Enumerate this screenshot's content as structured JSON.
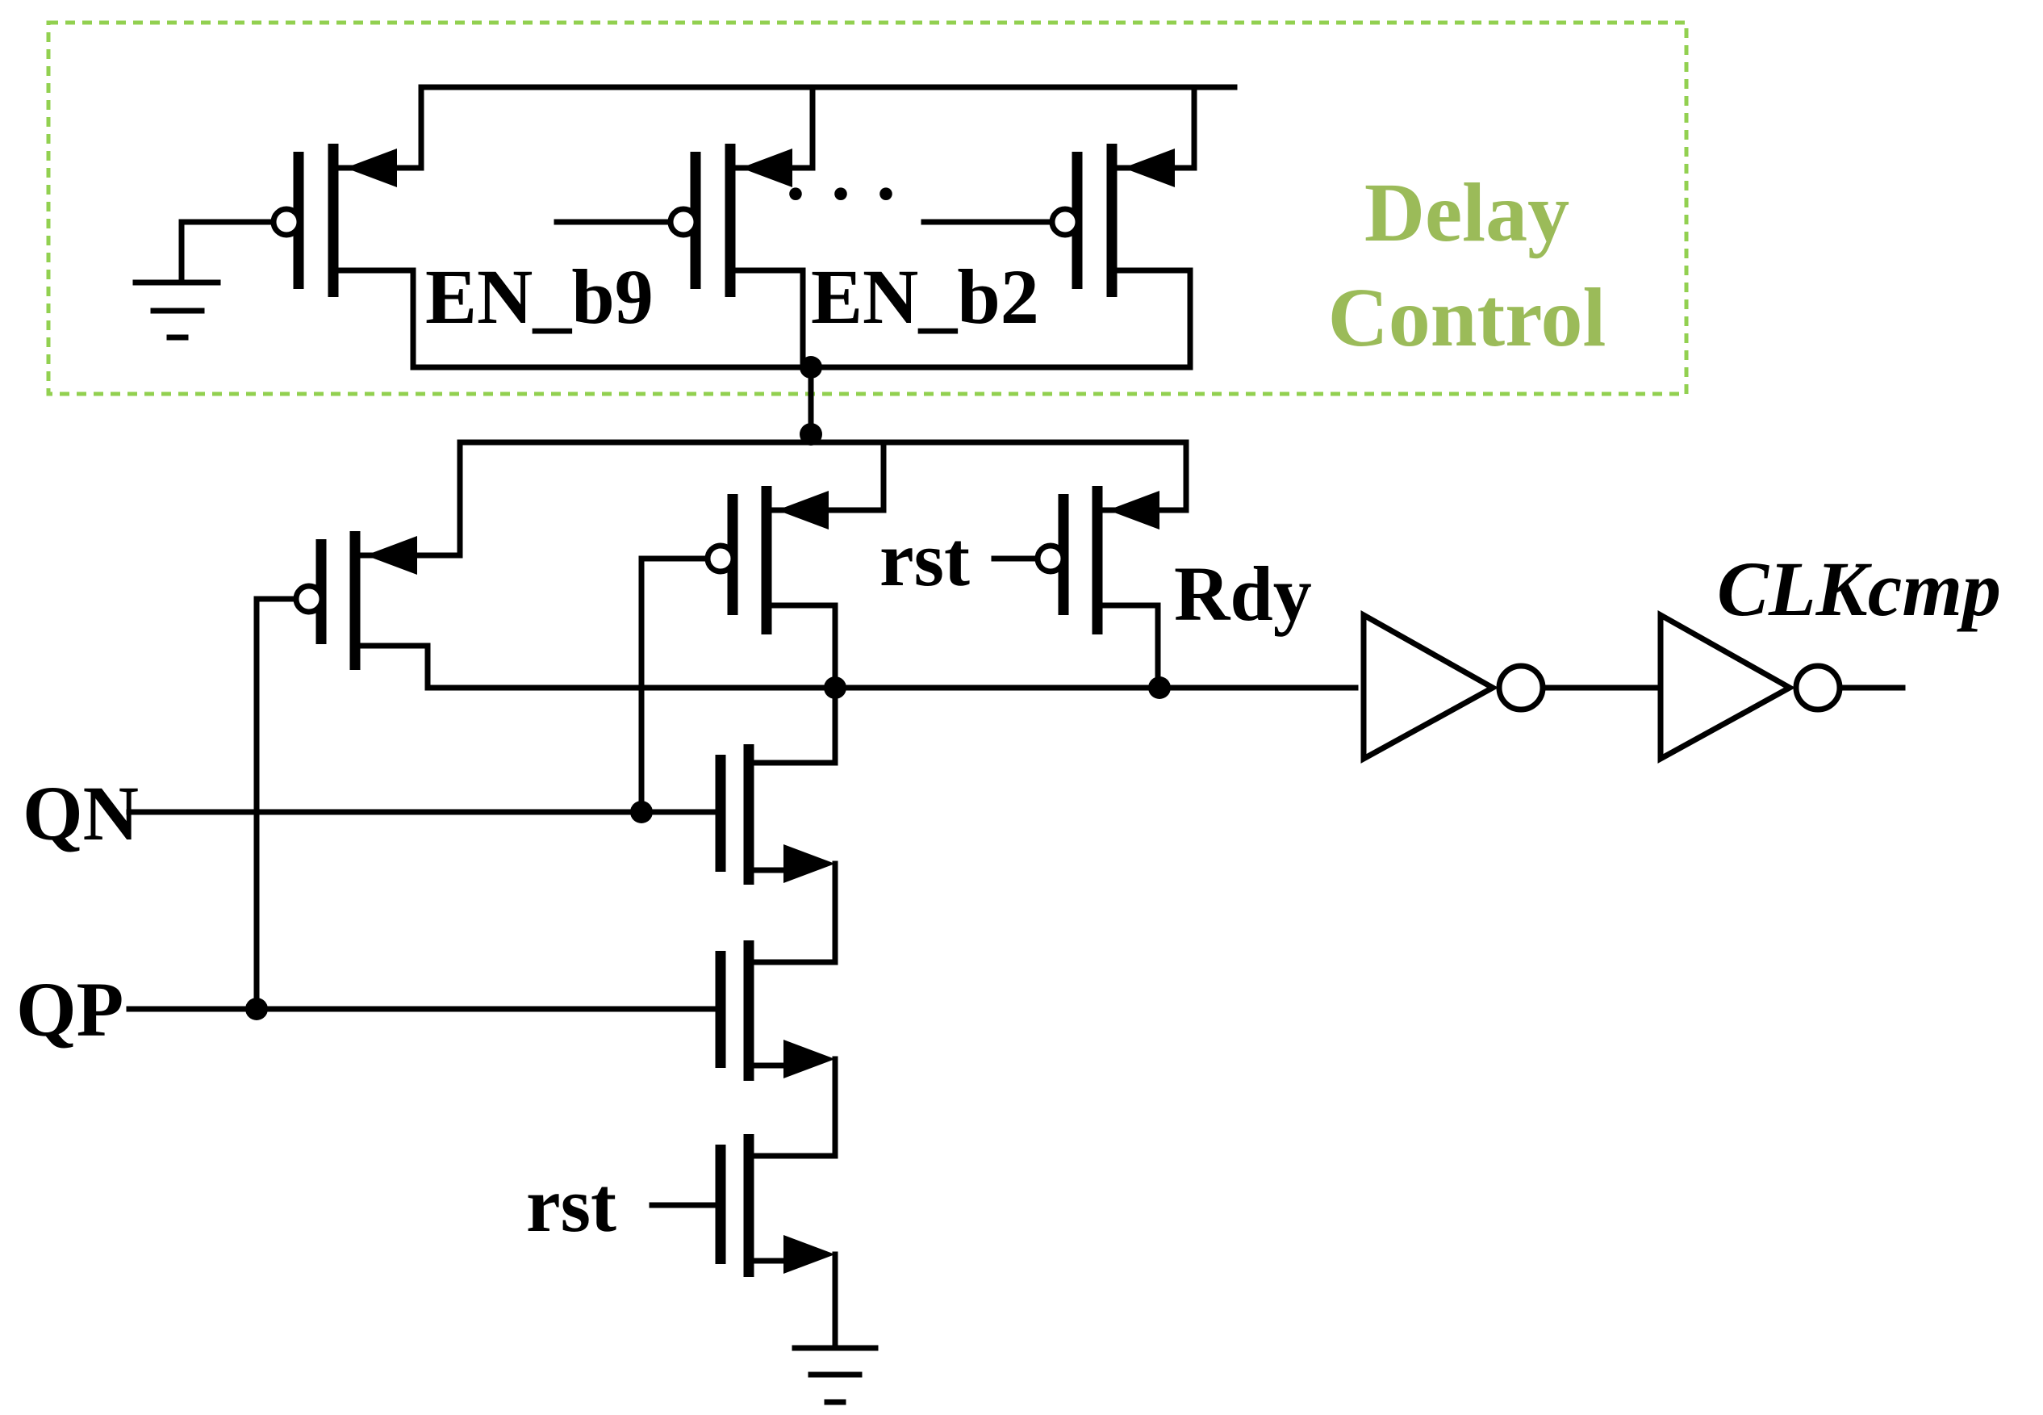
{
  "delay_control": {
    "title_line1": "Delay",
    "title_line2": "Control",
    "border_color": "#92d050",
    "text_color": "#9bbb59"
  },
  "labels": {
    "en_b9": "EN_b9",
    "en_b2": "EN_b2",
    "ellipsis": "· · ·",
    "rst_top": "rst",
    "rdy": "Rdy",
    "clkcmp": "CLKcmp",
    "qn": "QN",
    "qp": "QP",
    "rst_bottom": "rst"
  }
}
